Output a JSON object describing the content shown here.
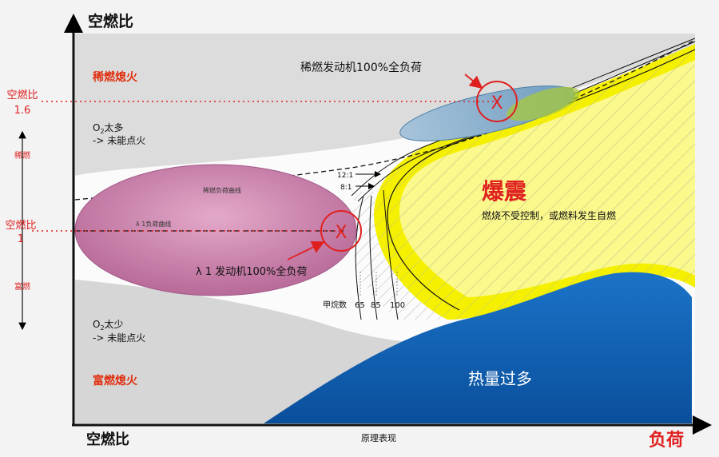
{
  "axes": {
    "y_title": "空燃比",
    "x_left_label": "空燃比",
    "x_title": "负荷",
    "caption": "原理表现"
  },
  "left_scale": {
    "ratio_16_name": "空燃比",
    "ratio_16_value": "1.6",
    "ratio_1_name": "空燃比",
    "ratio_1_value": "1",
    "lean_word": "稀燃",
    "rich_word": "富燃"
  },
  "regions": {
    "lean_misfire": "稀燃熄火",
    "o2_high_line1": "O",
    "o2_high_sub": "2",
    "o2_high_tail": "太多",
    "o2_high_line2": "-> 未能点火",
    "o2_low_line1": "O",
    "o2_low_sub": "2",
    "o2_low_tail": "太少",
    "o2_low_line2": "-> 未能点火",
    "rich_misfire": "富燃熄火",
    "knock_title": "爆震",
    "knock_desc": "燃烧不受控制，或燃料发生自燃",
    "heat_excess": "热量过多"
  },
  "annotations": {
    "lean_engine": "稀燃发动机100%全负荷",
    "lambda_engine": "λ 1 发动机100%全负荷",
    "lean_load_curve": "稀燃负荷曲线",
    "lambda_load_curve": "λ 1负荷曲线",
    "ratio_12": "12:1",
    "ratio_8": "8:1",
    "methane_label": "甲烷数",
    "methane_65": "65",
    "methane_85": "85",
    "methane_100": "100",
    "x_mark": "X"
  },
  "colors": {
    "red": "#e02020",
    "yellow": "#f5f000",
    "blue": "#0a5cb0",
    "pink": "#c879a8",
    "lightblue": "#8fb3cf",
    "green": "#a8c83c"
  }
}
